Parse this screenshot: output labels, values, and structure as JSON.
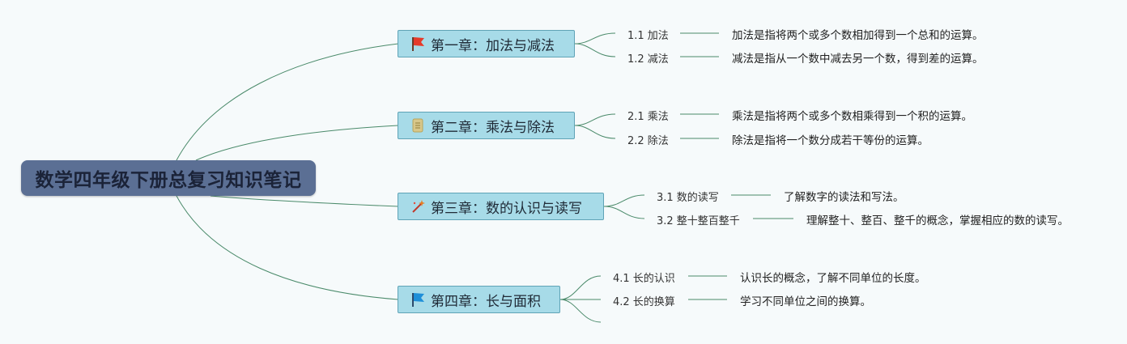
{
  "root": {
    "title": "数学四年级下册总复习知识笔记"
  },
  "chapters": [
    {
      "title": "第一章：加法与减法",
      "icon": "red-flag-icon",
      "topics": [
        {
          "label": "1.1 加法",
          "desc": "加法是指将两个或多个数相加得到一个总和的运算。"
        },
        {
          "label": "1.2 减法",
          "desc": "减法是指从一个数中减去另一个数，得到差的运算。"
        }
      ]
    },
    {
      "title": "第二章：乘法与除法",
      "icon": "notebook-icon",
      "topics": [
        {
          "label": "2.1 乘法",
          "desc": "乘法是指将两个或多个数相乘得到一个积的运算。"
        },
        {
          "label": "2.2 除法",
          "desc": "除法是指将一个数分成若干等份的运算。"
        }
      ]
    },
    {
      "title": "第三章：数的认识与读写",
      "icon": "magic-wand-icon",
      "topics": [
        {
          "label": "3.1 数的读写",
          "desc": "了解数字的读法和写法。"
        },
        {
          "label": "3.2 整十整百整千",
          "desc": "理解整十、整百、整千的概念，掌握相应的数的读写。"
        }
      ]
    },
    {
      "title": "第四章：长与面积",
      "icon": "blue-flag-icon",
      "topics": [
        {
          "label": "4.1 长的认识",
          "desc": "认识长的概念，了解不同单位的长度。"
        },
        {
          "label": "4.2 长的换算",
          "desc": "学习不同单位之间的换算。"
        }
      ]
    }
  ],
  "colors": {
    "link": "#4a8a6a",
    "chapter_fill": "#a7dbe8",
    "root_fill": "#5b6f94"
  }
}
